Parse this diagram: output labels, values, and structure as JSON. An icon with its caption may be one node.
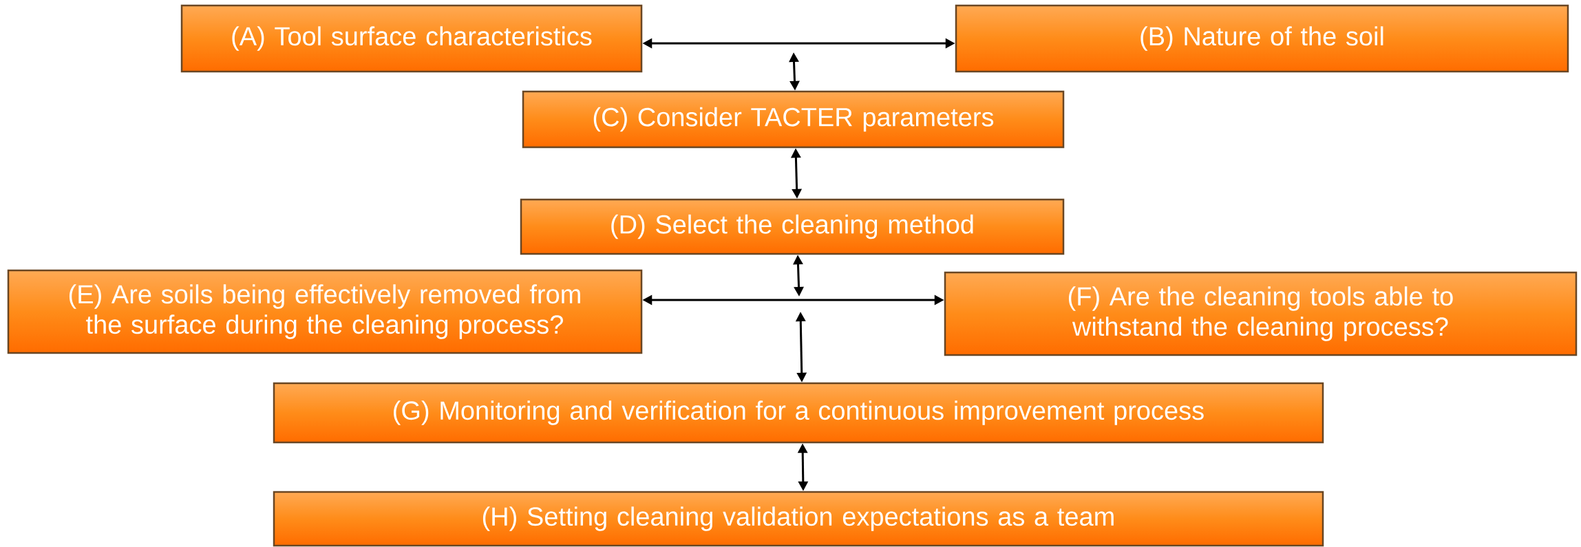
{
  "diagram": {
    "nodes": [
      {
        "text": [
          "(A) Tool surface characteristics"
        ]
      },
      {
        "text": [
          "(B) Nature of the soil"
        ]
      },
      {
        "text": [
          "(C) Consider TACTER parameters"
        ]
      },
      {
        "text": [
          "(D) Select the cleaning method"
        ]
      },
      {
        "text": [
          "(E) Are soils being effectively removed from the surface during the cleaning process?"
        ]
      },
      {
        "text": [
          "(F) Are the cleaning tools able to withstand the cleaning process?"
        ]
      },
      {
        "text": [
          "(G) Monitoring and verification for a continuous improvement process"
        ]
      },
      {
        "text": [
          "(H) Setting cleaning validation expectations as a team"
        ]
      }
    ],
    "edges": [
      {
        "from": 0,
        "to": 1,
        "arrow": "both"
      },
      {
        "from": null,
        "to": 2,
        "arrow": "both"
      },
      {
        "from": 2,
        "to": 3,
        "arrow": "both"
      },
      {
        "from": 3,
        "to": null,
        "arrow": "both"
      },
      {
        "from": 4,
        "to": 5,
        "arrow": "both"
      },
      {
        "from": null,
        "to": 6,
        "arrow": "both"
      },
      {
        "from": 6,
        "to": 7,
        "arrow": "both"
      }
    ]
  }
}
